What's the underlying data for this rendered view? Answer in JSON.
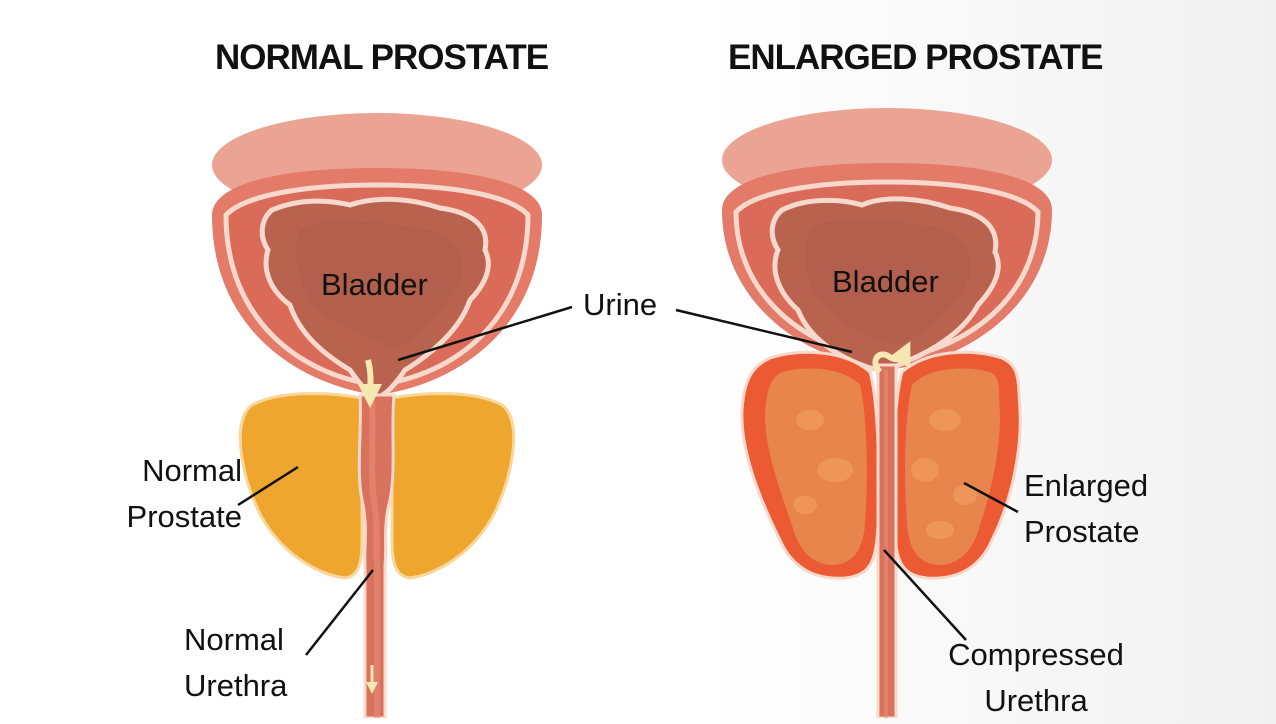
{
  "titles": {
    "normal": "NORMAL PROSTATE",
    "enlarged": "ENLARGED PROSTATE"
  },
  "labels": {
    "bladder_left": "Bladder",
    "bladder_right": "Bladder",
    "urine": "Urine",
    "normal_prostate": [
      "Normal",
      "Prostate"
    ],
    "normal_urethra": [
      "Normal",
      "Urethra"
    ],
    "enlarged_prostate": [
      "Enlarged",
      "Prostate"
    ],
    "compressed_urethra": [
      "Compressed",
      "Urethra"
    ]
  },
  "colors": {
    "bladder_outer": "#e47a68",
    "bladder_rim": "#eba394",
    "bladder_inner": "#b9634f",
    "normal_prostate": "#eea62e",
    "enlarged_prostate": "#ec5a33",
    "enlarged_prostate_inner": "#e8854d",
    "urethra": "#d9725d",
    "arrow": "#f7e7b3"
  }
}
